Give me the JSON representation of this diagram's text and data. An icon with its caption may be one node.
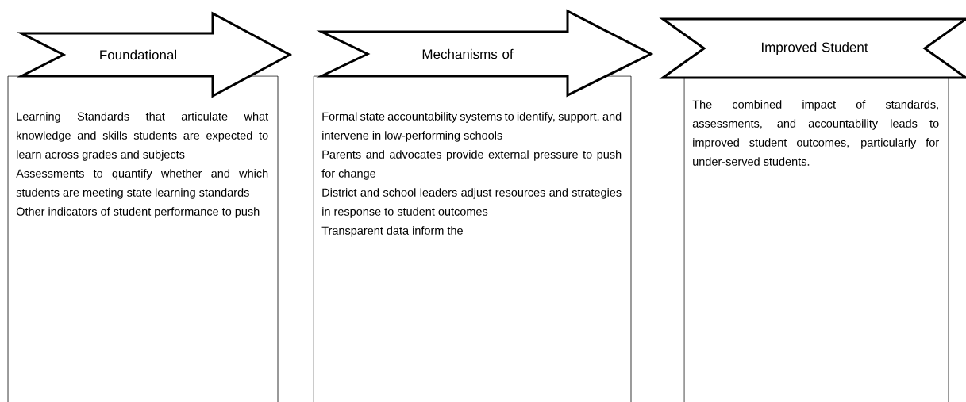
{
  "diagram": {
    "nodes": [
      {
        "text": [
          "Foundational"
        ]
      },
      {
        "text": [
          "Learning Standards that articulate what knowledge and skills students are expected to learn across grades and subjects",
          "Assessments to quantify whether and which students are meeting state learning standards",
          "Other indicators of student performance to push"
        ]
      },
      {
        "text": [
          "Mechanisms of"
        ]
      },
      {
        "text": [
          "Formal state accountability systems to identify, support, and intervene in low-performing schools",
          "Parents and advocates provide external pressure to push for change",
          "District and school leaders adjust resources and strategies in response to student outcomes",
          "Transparent data inform the"
        ]
      },
      {
        "text": [
          "Improved Student"
        ]
      },
      {
        "text": [
          "The combined impact of standards, assessments, and accountability leads to improved student outcomes, particularly for under-served students."
        ]
      }
    ]
  }
}
